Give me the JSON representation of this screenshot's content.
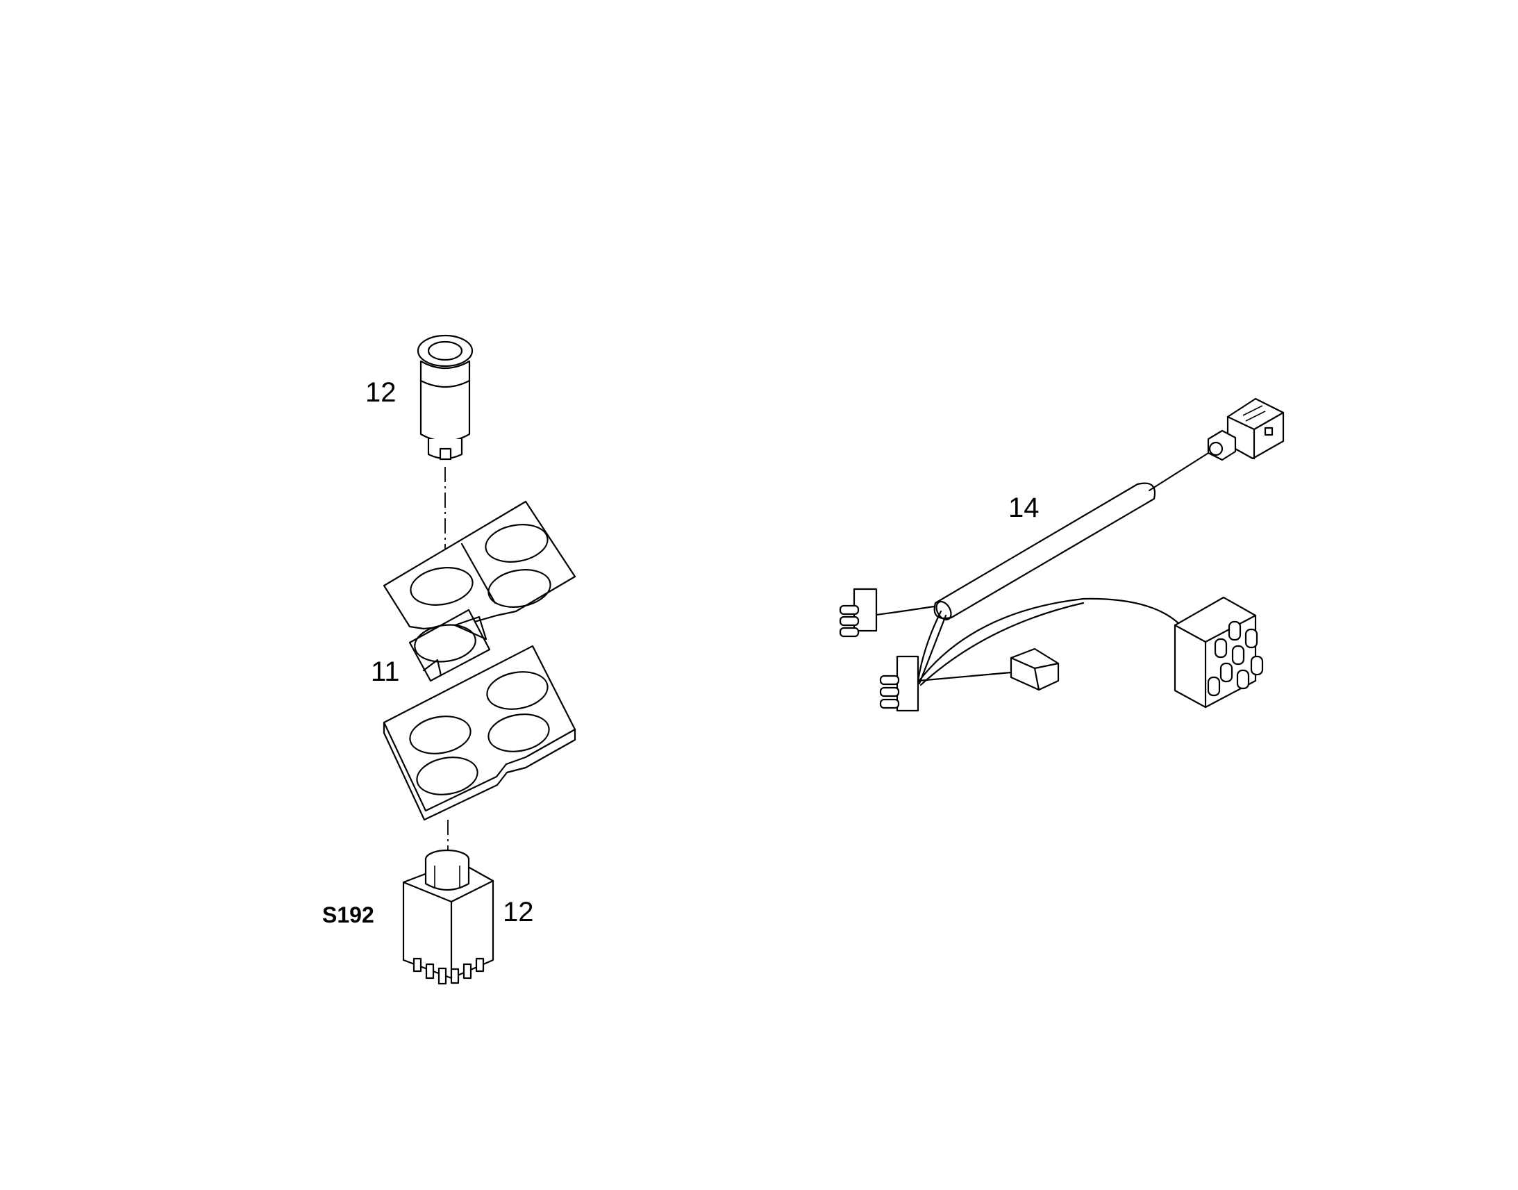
{
  "callouts": {
    "knob_top": "12",
    "cover_ring": "11",
    "switch_code": "S192",
    "switch_bottom": "12",
    "harness": "14"
  }
}
